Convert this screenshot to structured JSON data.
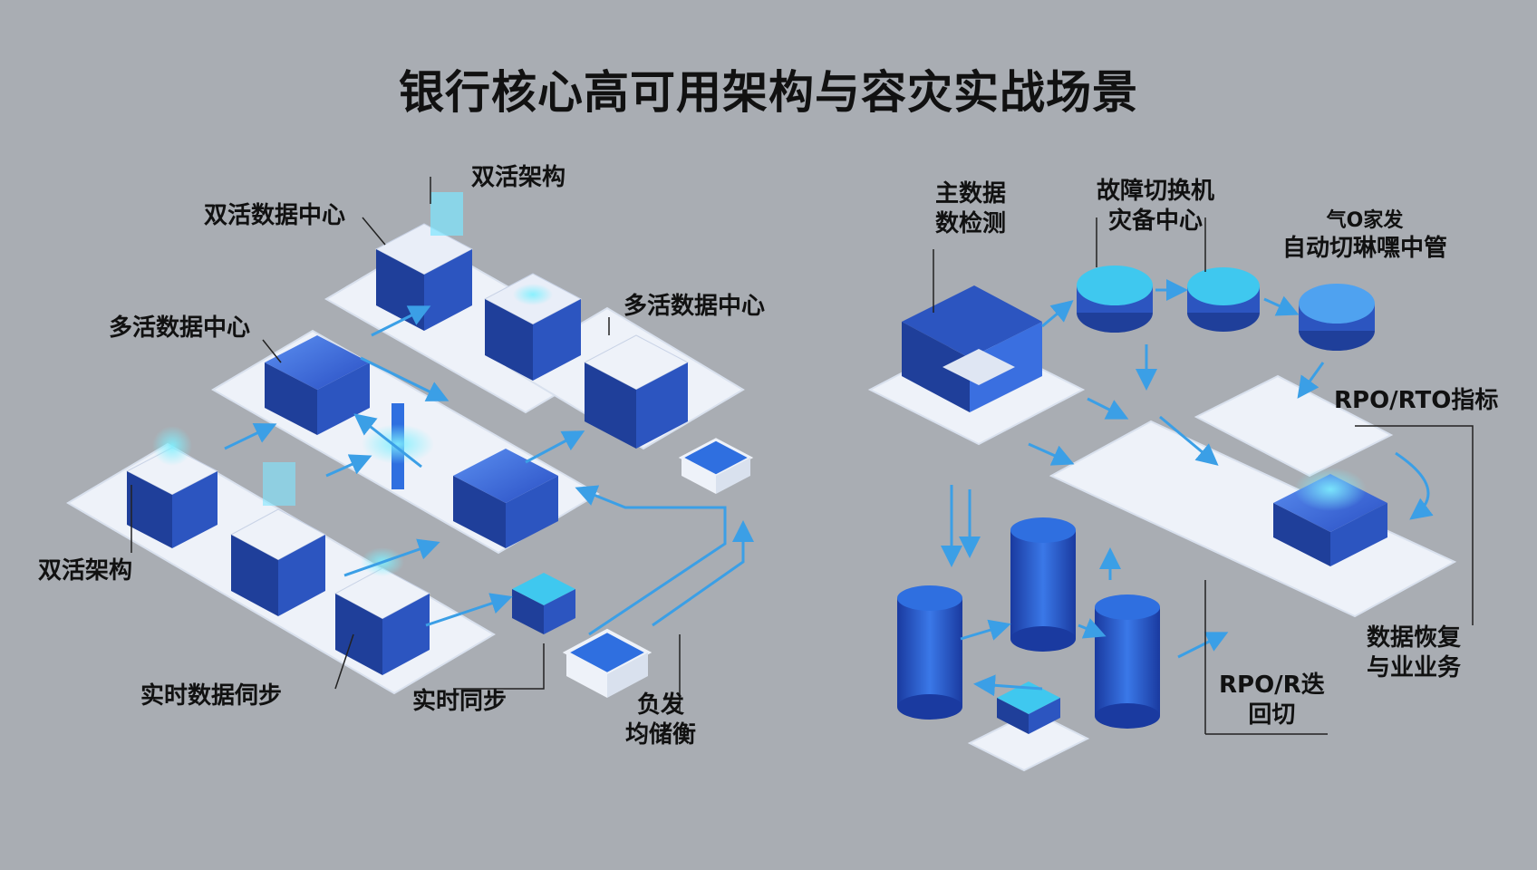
{
  "title": "银行核心高可用架构与容灾实战场景",
  "left": {
    "label_dual_active_arch_top": "双活架构",
    "label_dual_active_dc": "双活数据中心",
    "label_multi_active_dc_left": "多活数据中心",
    "label_multi_active_dc_right": "多活数据中心",
    "label_dual_active_arch_bottom": "双活架构",
    "label_realtime_data_sync": "实时数据伺步",
    "label_realtime_sync": "实时同步",
    "label_load_balance_1": "负发",
    "label_load_balance_2": "均储衡"
  },
  "right": {
    "label_primary_1": "主数据",
    "label_primary_2": "数检测",
    "label_failover_top": "故障切换机",
    "label_failover_2": "灾备中心",
    "label_auto_top": "气O家发",
    "label_auto_2": "自动切琳嘿中管",
    "label_rpo_rto": "RPO/RTO指标",
    "label_recovery_1": "数据恢复",
    "label_recovery_2": "与业业务",
    "label_rpo_back_1": "RPO/R迭",
    "label_rpo_back_2": "回切"
  },
  "colors": {
    "background": "#a9adb3",
    "platform": "#eef2f9",
    "server_dark": "#1f3f9a",
    "server_mid": "#2f5fd0",
    "accent_cyan": "#3fd1f0",
    "arrow_blue": "#3b8fe0"
  }
}
